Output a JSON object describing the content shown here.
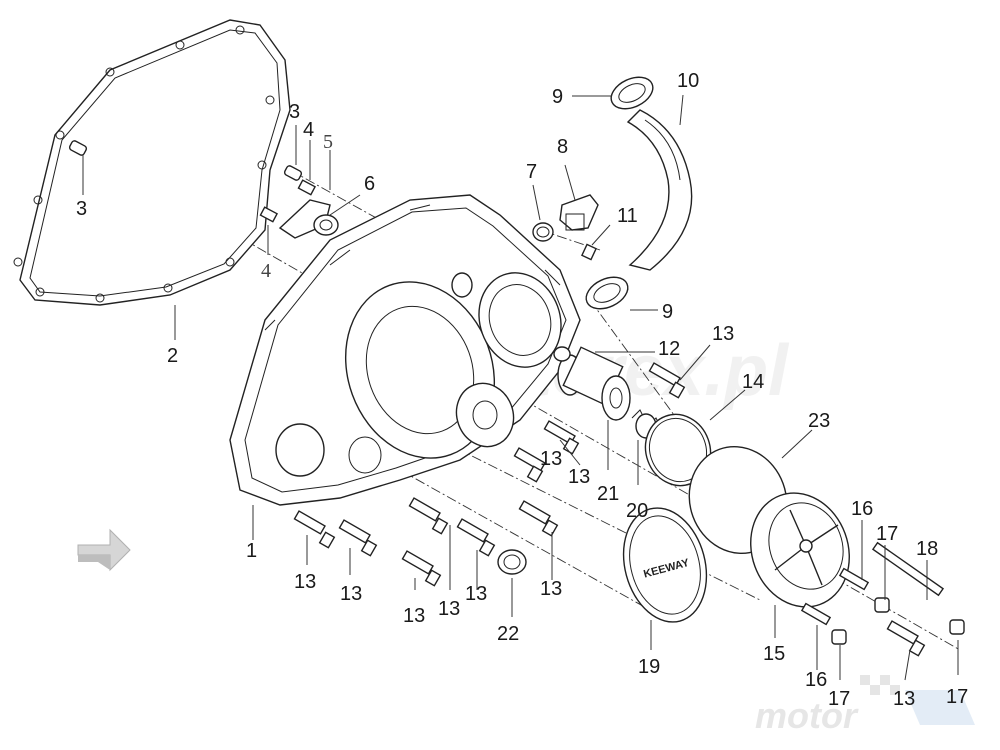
{
  "callouts": [
    {
      "id": "c1",
      "text": "1"
    },
    {
      "id": "c2",
      "text": "2"
    },
    {
      "id": "c3a",
      "text": "3"
    },
    {
      "id": "c3b",
      "text": "3"
    },
    {
      "id": "c4a",
      "text": "4"
    },
    {
      "id": "c4b",
      "text": "4"
    },
    {
      "id": "c5",
      "text": "5"
    },
    {
      "id": "c6",
      "text": "6"
    },
    {
      "id": "c7",
      "text": "7"
    },
    {
      "id": "c8",
      "text": "8"
    },
    {
      "id": "c9a",
      "text": "9"
    },
    {
      "id": "c9b",
      "text": "9"
    },
    {
      "id": "c10",
      "text": "10"
    },
    {
      "id": "c11",
      "text": "11"
    },
    {
      "id": "c12",
      "text": "12"
    },
    {
      "id": "c13a",
      "text": "13"
    },
    {
      "id": "c13b",
      "text": "13"
    },
    {
      "id": "c13c",
      "text": "13"
    },
    {
      "id": "c13d",
      "text": "13"
    },
    {
      "id": "c13e",
      "text": "13"
    },
    {
      "id": "c13f",
      "text": "13"
    },
    {
      "id": "c13g",
      "text": "13"
    },
    {
      "id": "c13h",
      "text": "13"
    },
    {
      "id": "c13i",
      "text": "13"
    },
    {
      "id": "c13j",
      "text": "13"
    },
    {
      "id": "c14",
      "text": "14"
    },
    {
      "id": "c15",
      "text": "15"
    },
    {
      "id": "c16a",
      "text": "16"
    },
    {
      "id": "c16b",
      "text": "16"
    },
    {
      "id": "c17a",
      "text": "17"
    },
    {
      "id": "c17b",
      "text": "17"
    },
    {
      "id": "c17c",
      "text": "17"
    },
    {
      "id": "c18",
      "text": "18"
    },
    {
      "id": "c19",
      "text": "19"
    },
    {
      "id": "c20",
      "text": "20"
    },
    {
      "id": "c21",
      "text": "21"
    },
    {
      "id": "c22",
      "text": "22"
    },
    {
      "id": "c23",
      "text": "23"
    }
  ],
  "cover_logo_text": "KEEWAY",
  "watermark": {
    "site": "motorex.pl",
    "brand": "motor"
  }
}
